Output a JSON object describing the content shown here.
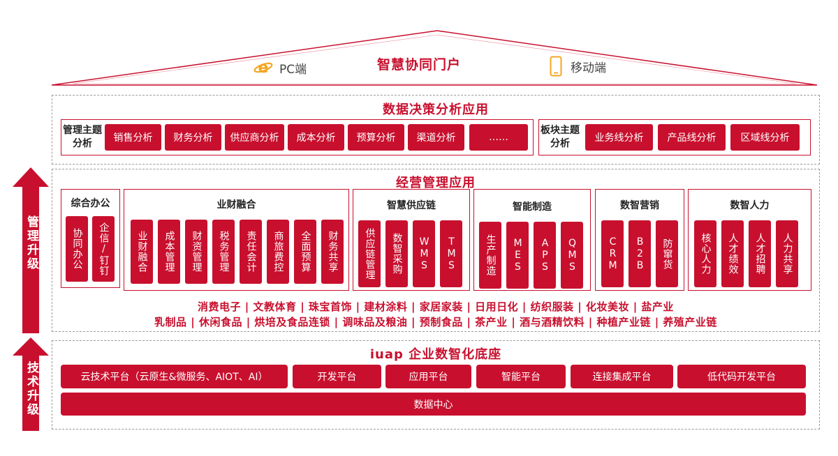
{
  "portal": {
    "title": "智慧协同门户",
    "pc_label": "PC端",
    "mobile_label": "移动端",
    "pc_icon": "ie-browser-icon",
    "mobile_icon": "smartphone-icon"
  },
  "decision": {
    "title": "数据决策分析应用",
    "mgmt": {
      "label": "管理主题分析",
      "items": [
        "销售分析",
        "财务分析",
        "供应商分析",
        "成本分析",
        "预算分析",
        "渠道分析",
        "……"
      ]
    },
    "block": {
      "label": "板块主题分析",
      "items": [
        "业务线分析",
        "产品线分析",
        "区域线分析"
      ]
    }
  },
  "operations": {
    "title": "经营管理应用",
    "groups": [
      {
        "title": "综合办公",
        "items": [
          "协同办公",
          "企信/钉钉"
        ]
      },
      {
        "title": "业财融合",
        "items": [
          "业财融合",
          "成本管理",
          "财资管理",
          "税务管理",
          "责任会计",
          "商旅费控",
          "全面预算",
          "财务共享"
        ]
      },
      {
        "title": "智慧供应链",
        "items": [
          "供应链管理",
          "数智采购",
          "WMS",
          "TMS"
        ]
      },
      {
        "title": "智能制造",
        "items": [
          "生产制造",
          "MES",
          "APS",
          "QMS"
        ]
      },
      {
        "title": "数智营销",
        "items": [
          "CRM",
          "B2B",
          "防窜货"
        ]
      },
      {
        "title": "数智人力",
        "items": [
          "核心人力",
          "人才绩效",
          "人才招聘",
          "人力共享"
        ]
      }
    ],
    "industries_line1": "消费电子 | 文教体育 | 珠宝首饰 | 建材涂料 | 家居家装 | 日用日化 | 纺织服装 | 化妆美妆 | 盐产业",
    "industries_line2": "乳制品 | 休闲食品 | 烘培及食品连锁 | 调味品及粮油 | 预制食品 | 茶产业 | 酒与酒精饮料 | 种植产业链 | 养殖产业链"
  },
  "platform": {
    "title": "iuap 企业数智化底座",
    "items": [
      "云技术平台（云原生&微服务、AIOT、AI）",
      "开发平台",
      "应用平台",
      "智能平台",
      "连接集成平台",
      "低代码开发平台"
    ],
    "data_center": "数据中心"
  },
  "arrows": {
    "upper": "管理升级",
    "lower": "技术升级"
  },
  "colors": {
    "brand_red": "#c8102e",
    "dash_gray": "#9a9a9a"
  }
}
